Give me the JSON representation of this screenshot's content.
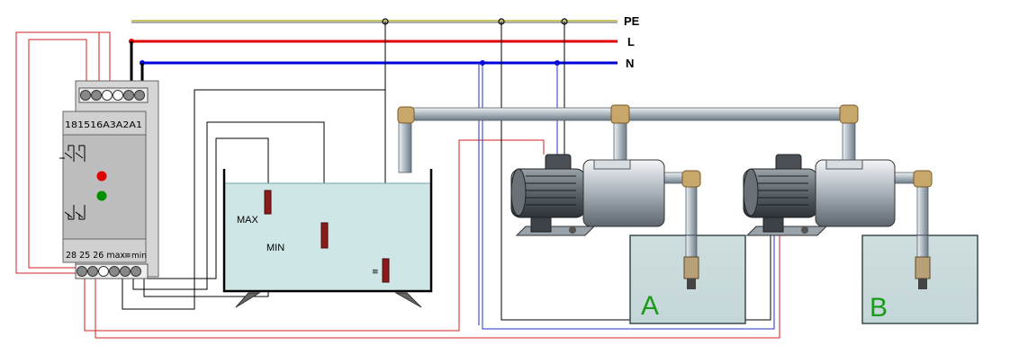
{
  "colors": {
    "pe": "#c8c864",
    "live": "#e00000",
    "neutral": "#0000d8",
    "wire_black": "#000000",
    "wire_red_thin": "#d02020",
    "wire_blue_thin": "#2030c0",
    "relay_body": "#c8c8c8",
    "water": "#cfe6e6",
    "tank_outline": "#000000",
    "label_green": "#1a9a1a",
    "pipe": "#b8c4cc",
    "elbow": "#c8a86a",
    "led_red": "#e00000",
    "led_green": "#009000"
  },
  "bus_labels": {
    "pe": "PE",
    "l": "L",
    "n": "N"
  },
  "relay": {
    "top_terminals": "181516A3A2A1",
    "bottom_terminals": "28 25 26 max",
    "bottom_extra": "min",
    "ground_symbol": "≡"
  },
  "tank": {
    "max_label": "MAX",
    "min_label": "MIN",
    "ground_symbol": "≡"
  },
  "wells": [
    {
      "label": "A"
    },
    {
      "label": "B"
    }
  ]
}
